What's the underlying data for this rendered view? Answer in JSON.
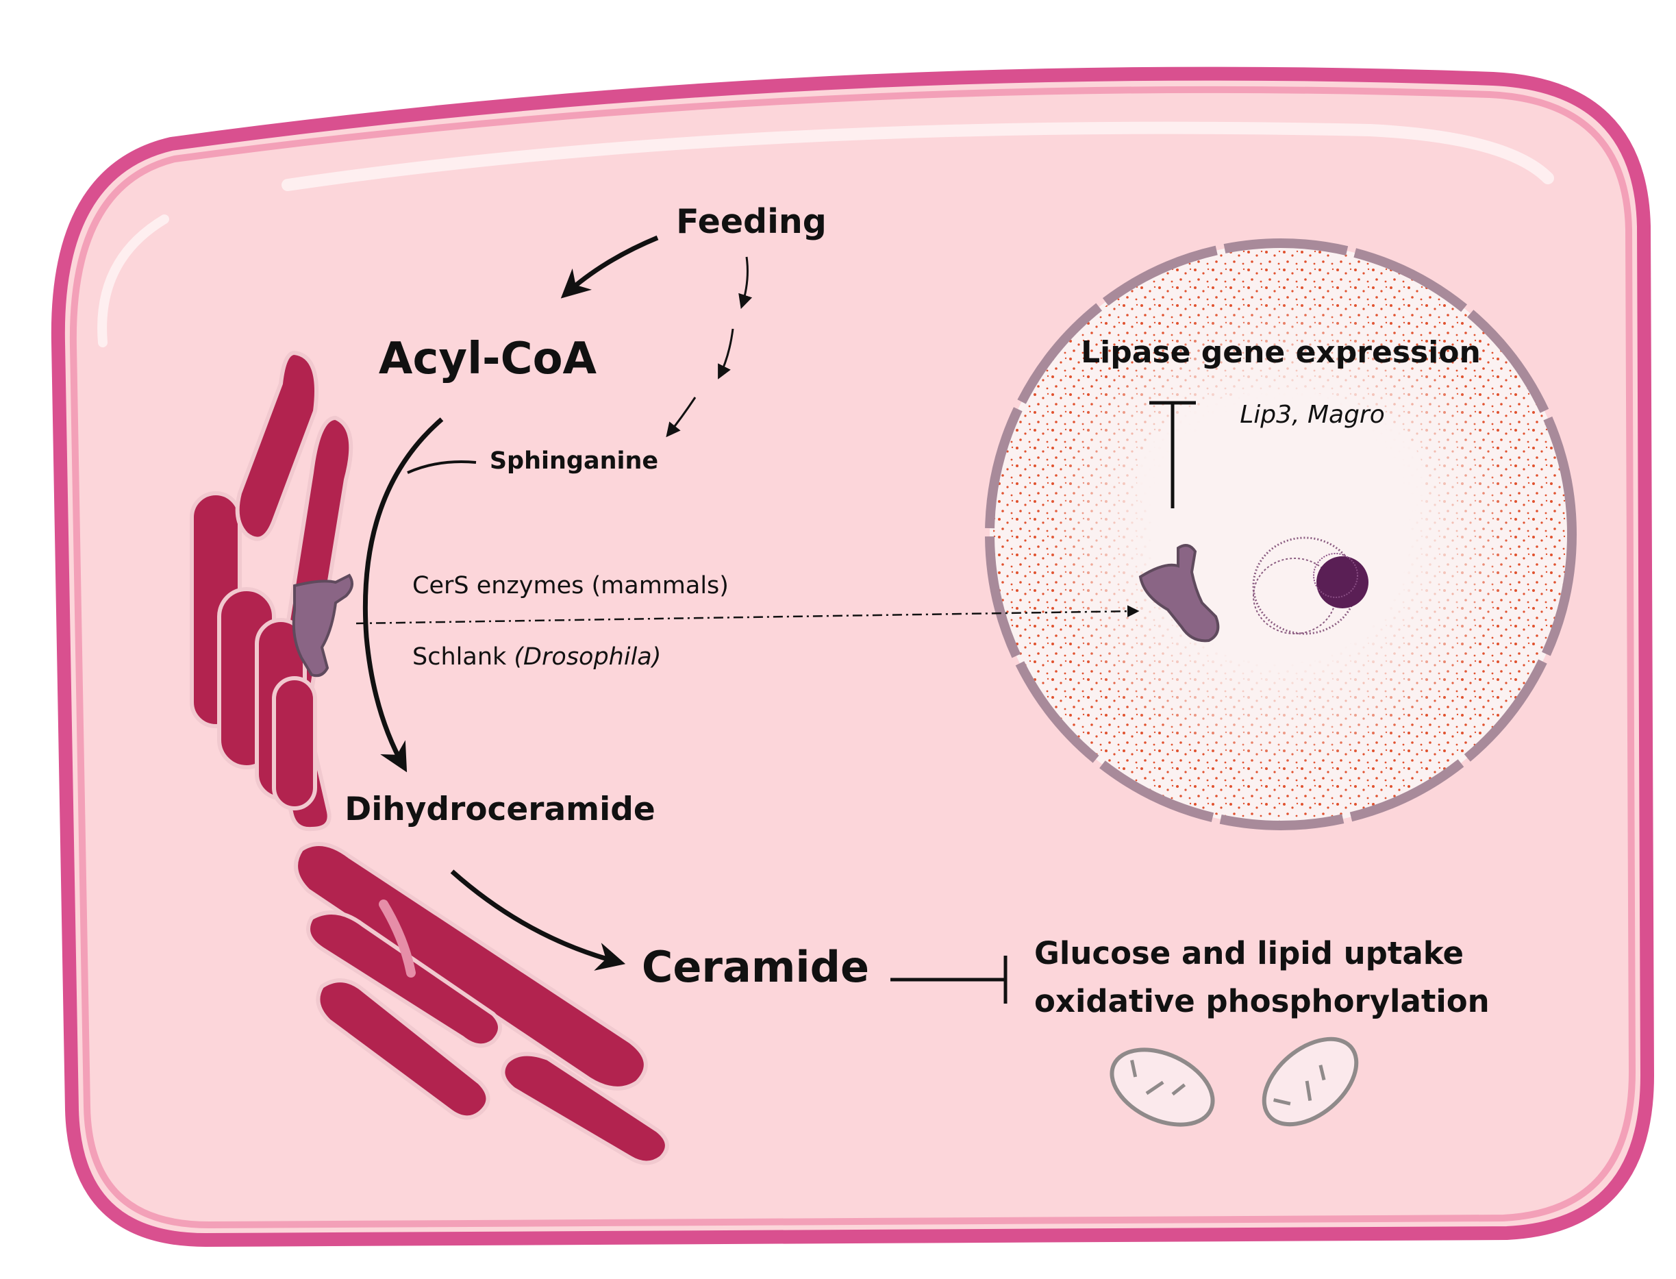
{
  "labels": {
    "feeding": "Feeding",
    "acyl_coa": "Acyl-CoA",
    "sphinganine": "Sphinganine",
    "cers_line": "CerS enzymes (mammals)",
    "schlank_prefix": "Schlank ",
    "schlank_species": "(Drosophila)",
    "dihydroceramide": "Dihydroceramide",
    "ceramide": "Ceramide",
    "lipase": "Lipase gene expression",
    "lipase_genes": "Lip3, Magro",
    "uptake_line1": "Glucose and lipid uptake",
    "uptake_line2": "oxidative phosphorylation"
  },
  "colors": {
    "membrane": "#d9508f",
    "cytoplasm": "#fcd6da",
    "golgi": "#b2234f",
    "protein": "#8a6585",
    "nucleus_fill": "#fbf2f2",
    "nucleus_dots": "#e0512e"
  }
}
